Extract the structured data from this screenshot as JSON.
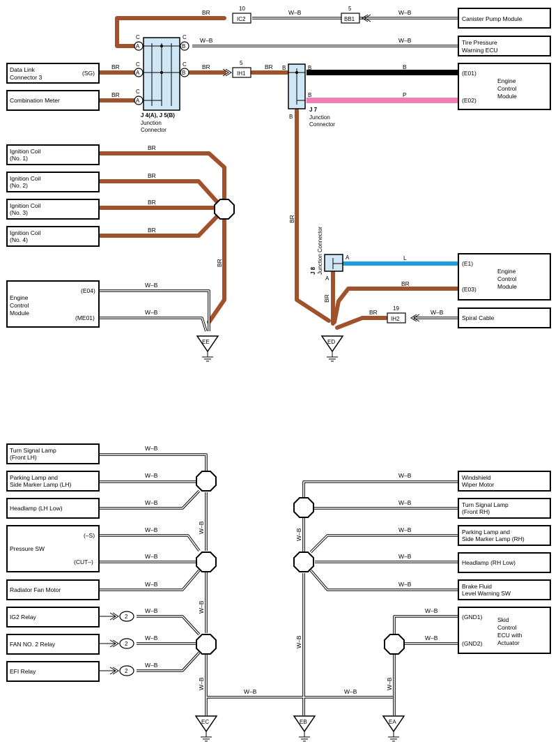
{
  "colors": {
    "BR": "#a0522d",
    "B": "#000000",
    "P": "#ef7fb4",
    "L": "#1f9fe0",
    "W-B": "#ffffff",
    "junction": "#cfe6f5"
  },
  "modules": {
    "canister_pump": "Canister Pump Module",
    "tire_pressure_1": "Tire Pressure",
    "tire_pressure_2": "Warning ECU",
    "dlc3_1": "Data Link",
    "dlc3_2": "Connector 3",
    "dlc3_pin": "(SG)",
    "combination_meter": "Combination Meter",
    "ecm1_1": "Engine",
    "ecm1_2": "Control",
    "ecm1_3": "Module",
    "ecm1_pin_a": "(E01)",
    "ecm1_pin_b": "(E02)",
    "ig1_1": "Ignition Coil",
    "ig1_2": "(No. 1)",
    "ig2_1": "Ignition Coil",
    "ig2_2": "(No. 2)",
    "ig3_1": "Ignition Coil",
    "ig3_2": "(No. 3)",
    "ig4_1": "Ignition Coil",
    "ig4_2": "(No. 4)",
    "ecm2_1": "Engine",
    "ecm2_2": "Control",
    "ecm2_3": "Module",
    "ecm2_pin_a": "(E04)",
    "ecm2_pin_b": "(ME01)",
    "ecm3_1": "Engine",
    "ecm3_2": "Control",
    "ecm3_3": "Module",
    "ecm3_pin_a": "(E1)",
    "ecm3_pin_b": "(E03)",
    "spiral_cable": "Spiral Cable",
    "turn_lh_1": "Turn Signal Lamp",
    "turn_lh_2": "(Front LH)",
    "park_lh_1": "Parking Lamp and",
    "park_lh_2": "Side Marker Lamp (LH)",
    "head_lh": "Headlamp (LH Low)",
    "pressure_sw": "Pressure SW",
    "pressure_pin_a": "(–S)",
    "pressure_pin_b": "(CUT–)",
    "radiator_fan": "Radiator Fan Motor",
    "ig2_relay": "IG2 Relay",
    "fan2_relay": "FAN NO. 2 Relay",
    "efi_relay": "EFI Relay",
    "wiper_1": "Windshield",
    "wiper_2": "Wiper Motor",
    "turn_rh_1": "Turn Signal Lamp",
    "turn_rh_2": "(Front RH)",
    "park_rh_1": "Parking Lamp and",
    "park_rh_2": "Side Marker Lamp (RH)",
    "head_rh": "Headlamp (RH Low)",
    "brake_1": "Brake Fluid",
    "brake_2": "Level Warning SW",
    "skid_1": "Skid",
    "skid_2": "Control",
    "skid_3": "ECU with",
    "skid_4": "Actuator",
    "skid_pin_a": "(GND1)",
    "skid_pin_b": "(GND2)"
  },
  "connectors": {
    "ic2": "IC2",
    "ic2_num": "10",
    "bb1": "BB1",
    "bb1_num": "5",
    "ih1": "IH1",
    "ih1_num": "5",
    "ih2": "IH2",
    "ih2_num": "19",
    "relay_pin": "2"
  },
  "junctions": {
    "j45_title": "J 4(A), J 5(B)",
    "j45_sub1": "Junction",
    "j45_sub2": "Connector",
    "j7_title": "J 7",
    "j7_sub1": "Junction",
    "j7_sub2": "Connector",
    "j8_title": "J 8",
    "j8_sub": "Junction Connector",
    "pin_a": "A",
    "pin_b": "B",
    "pin_c": "C"
  },
  "grounds": {
    "ee": "EE",
    "ed": "ED",
    "ec": "EC",
    "eb": "EB",
    "ea": "EA"
  },
  "wire_labels": {
    "br": "BR",
    "wb": "W–B",
    "b": "B",
    "p": "P",
    "l": "L"
  }
}
